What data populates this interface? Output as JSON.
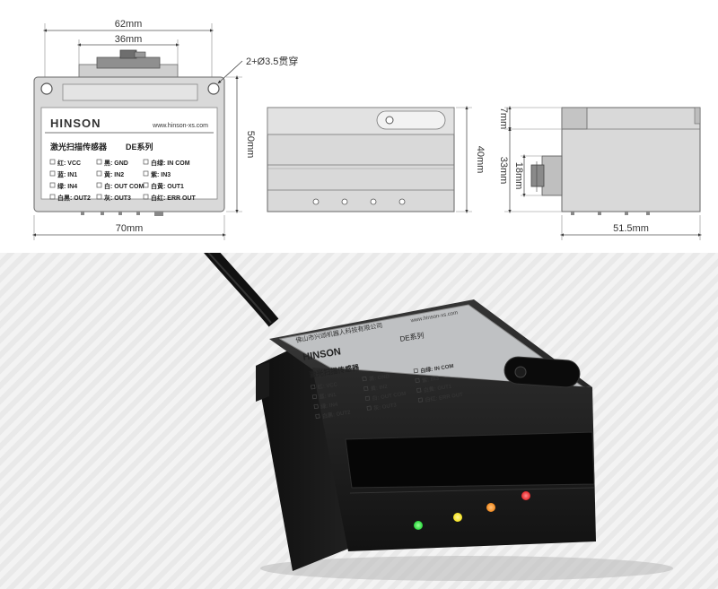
{
  "dimensions": {
    "front_width_total": "62mm",
    "front_width_connector": "36mm",
    "hole_note": "2+Ø3.5贯穿",
    "front_height": "50mm",
    "front_bottom_width": "70mm",
    "side_height": "40mm",
    "right_top": "7mm",
    "right_height": "33mm",
    "right_connector": "18mm",
    "right_width": "51.5mm"
  },
  "label": {
    "brand": "HINSON",
    "website": "www.hinson-xs.com",
    "title": "激光扫描传感器",
    "series": "DE系列",
    "pins": [
      "红: VCC",
      "黑: GND",
      "白绿: IN COM",
      "蓝: IN1",
      "黄: IN2",
      "紫: IN3",
      "绿: IN4",
      "白: OUT COM",
      "白黄: OUT1",
      "白黑: OUT2",
      "灰: OUT3",
      "白红: ERR OUT"
    ]
  },
  "photo": {
    "top_text": "佛山市兴颂机器人科技有限公司",
    "website": "www.hinson-xs.com",
    "brand": "HINSON",
    "series": "DE系列",
    "title": "激光扫描传感器",
    "pins": [
      "红: VCC",
      "黑: GND",
      "白绿: IN COM",
      "蓝: IN1",
      "黄: IN2",
      "紫: IN3",
      "绿: IN4",
      "白: OUT COM",
      "白黄: OUT1",
      "白黑: OUT2",
      "灰: OUT3",
      "白红: ERR OUT"
    ]
  },
  "colors": {
    "led_green": "#27d63a",
    "led_yellow": "#f4e21c",
    "led_orange": "#f28a1e",
    "led_red": "#e8262a",
    "housing": "#1a1a1a",
    "drawing_body": "#d9d9d9"
  },
  "icons": {
    "led_green": "green-led-icon",
    "led_yellow": "yellow-led-icon",
    "led_orange": "orange-led-icon",
    "led_red": "red-led-icon"
  }
}
